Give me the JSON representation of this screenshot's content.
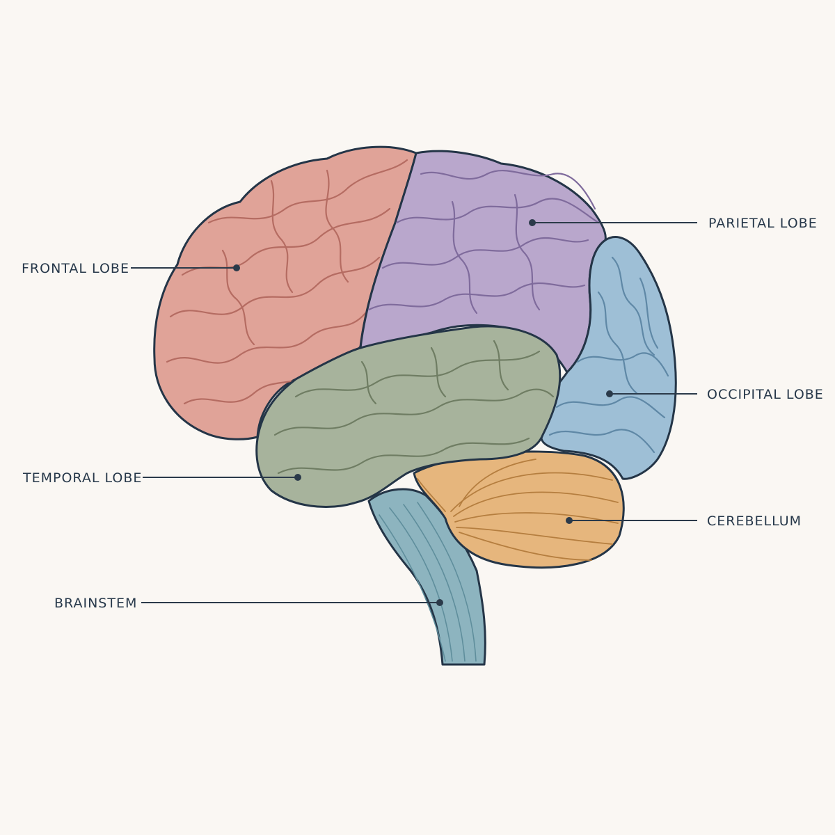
{
  "labels": {
    "frontal": "FRONTAL LOBE",
    "parietal": "PARIETAL LOBE",
    "occipital": "OCCIPITAL LOBE",
    "temporal": "TEMPORAL LOBE",
    "cerebellum": "CEREBELLUM",
    "brainstem": "BRAINSTEM"
  },
  "colors": {
    "background": "#faf7f3",
    "frontal": "#e0a398",
    "parietal": "#b9a7cc",
    "occipital": "#9ebfd6",
    "temporal": "#a7b39c",
    "cerebellum": "#e6b67d",
    "brainstem": "#8db4bf",
    "outline": "#243547"
  }
}
